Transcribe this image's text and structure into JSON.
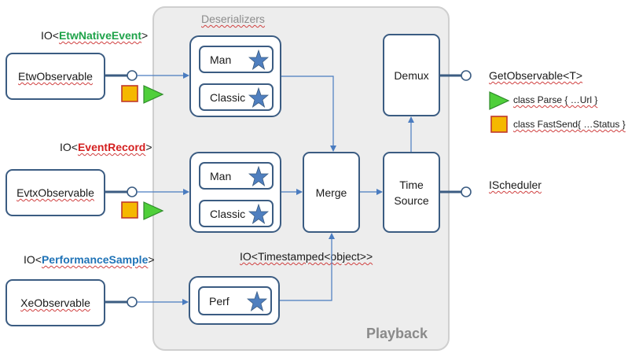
{
  "panel": {
    "deserializers_title": "Deserializers",
    "playback_title": "Playback"
  },
  "sources": [
    {
      "name": "EtwObservable",
      "type_prefix": "IO<",
      "type_name": "EtwNativeEvent",
      "type_suffix": ">",
      "type_color": "#1fa34a"
    },
    {
      "name": "EvtxObservable",
      "type_prefix": "IO<",
      "type_name": "EventRecord",
      "type_suffix": ">",
      "type_color": "#d42020"
    },
    {
      "name": "XeObservable",
      "type_prefix": "IO<",
      "type_name": "PerformanceSample",
      "type_suffix": ">",
      "type_color": "#1f73b7"
    }
  ],
  "deserializers": {
    "etw": [
      "Man",
      "Classic"
    ],
    "evtx": [
      "Man",
      "Classic"
    ],
    "xe": [
      "Perf"
    ]
  },
  "merge_label": "Merge",
  "timestamped_label": "IO<Timestamped<object>>",
  "time_source_label": "Time Source",
  "demux_label": "Demux",
  "outputs": {
    "get_observable": "GetObservable<T>",
    "scheduler": "IScheduler"
  },
  "legend": {
    "parse": "class Parse { …Url }",
    "fastsend": "class FastSend{ …Status }"
  },
  "colors": {
    "box_border": "#3b5c82",
    "connector": "#4a7cc0",
    "star": "#4f7fbf",
    "triangle_fill": "#4fcf3a",
    "square_fill": "#f5b800",
    "square_border": "#c0392b"
  }
}
